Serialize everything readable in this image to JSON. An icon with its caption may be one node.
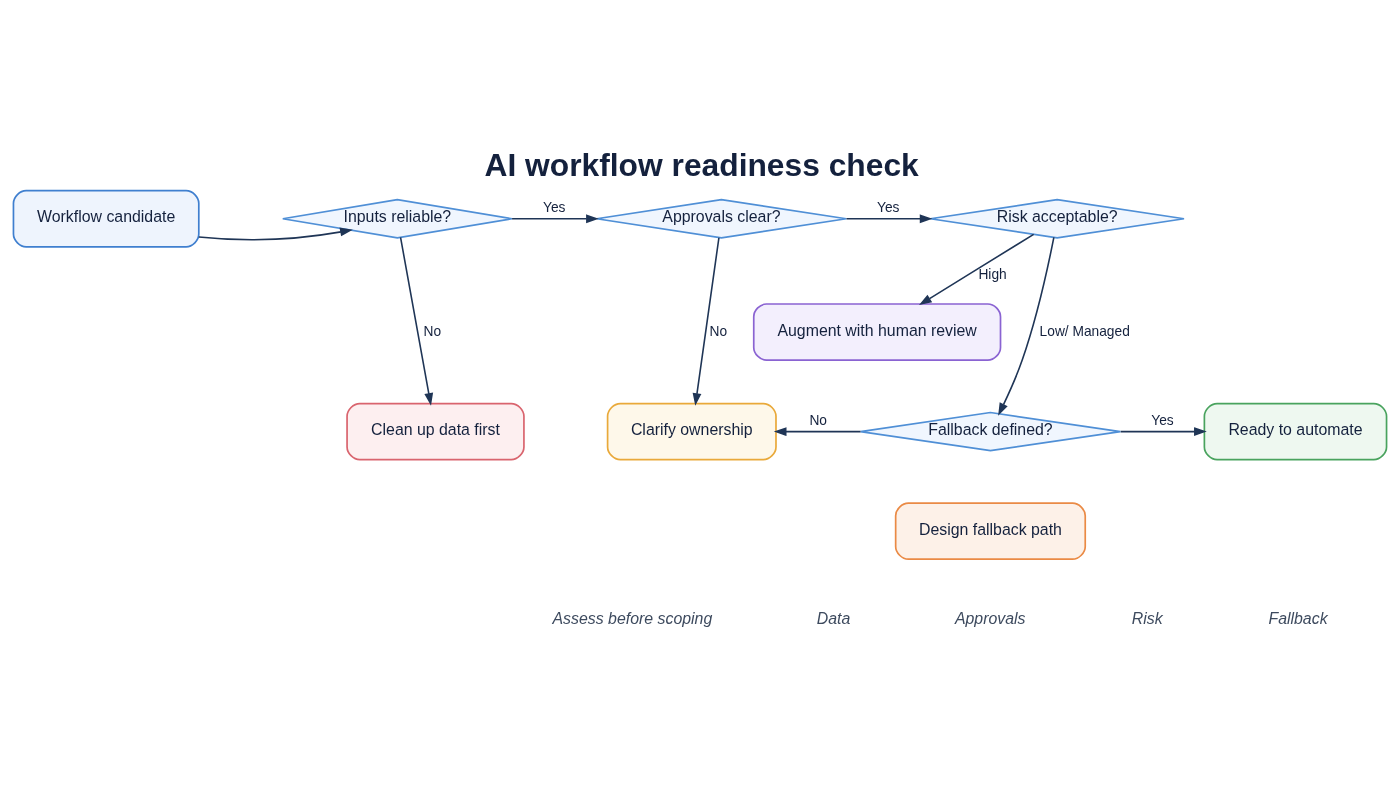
{
  "diagram": {
    "title": "AI workflow readiness check",
    "nodes": [
      {
        "text": [
          "Workflow candidate"
        ]
      },
      {
        "text": [
          "Inputs reliable?"
        ]
      },
      {
        "text": [
          "Approvals clear?"
        ]
      },
      {
        "text": [
          "Risk acceptable?"
        ]
      },
      {
        "text": [
          "Augment with human review"
        ]
      },
      {
        "text": [
          "Clean up data first"
        ]
      },
      {
        "text": [
          "Clarify ownership"
        ]
      },
      {
        "text": [
          "Fallback defined?"
        ]
      },
      {
        "text": [
          "Ready to automate"
        ]
      },
      {
        "text": [
          "Design fallback path"
        ]
      }
    ],
    "edges": [
      {
        "from": 0,
        "to": 1,
        "arrow": "to"
      },
      {
        "from": 1,
        "to": 2,
        "arrow": "to",
        "label": "Yes"
      },
      {
        "from": 2,
        "to": 3,
        "arrow": "to",
        "label": "Yes"
      },
      {
        "from": 3,
        "to": 4,
        "arrow": "to",
        "label": "High"
      },
      {
        "from": 1,
        "to": 5,
        "arrow": "to",
        "label": "No"
      },
      {
        "from": 2,
        "to": 6,
        "arrow": "to",
        "label": "No"
      },
      {
        "from": 3,
        "to": 7,
        "arrow": "to",
        "label": "Low/ Managed"
      },
      {
        "from": 7,
        "to": 6,
        "arrow": "to",
        "label": "No"
      },
      {
        "from": 7,
        "to": 8,
        "arrow": "to",
        "label": "Yes"
      }
    ],
    "labels": [
      "Assess before scoping",
      "Data",
      "Approvals",
      "Risk",
      "Fallback"
    ]
  }
}
